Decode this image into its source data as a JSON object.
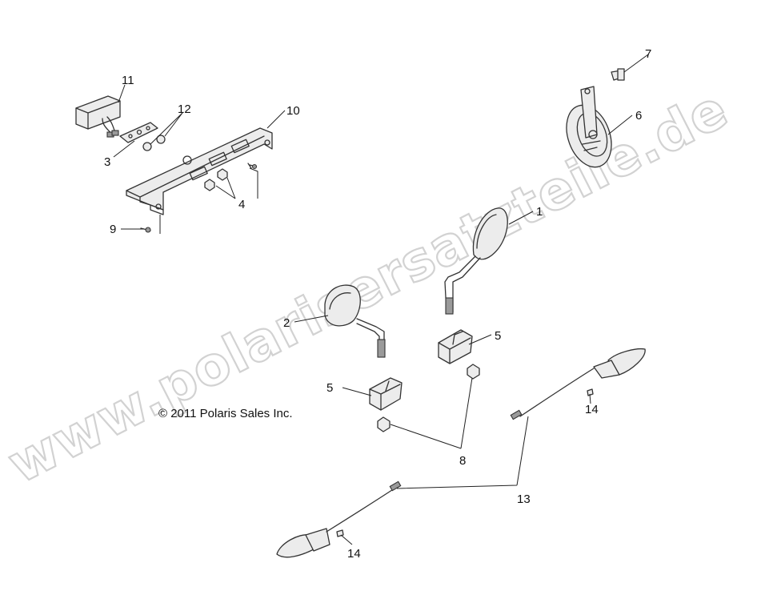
{
  "watermark": "www.polarisersatzteile.de",
  "copyright": "© 2011 Polaris Sales Inc.",
  "callouts": {
    "c1": "1",
    "c2": "2",
    "c3": "3",
    "c4": "4",
    "c5a": "5",
    "c5b": "5",
    "c6": "6",
    "c7": "7",
    "c8": "8",
    "c9": "9",
    "c10": "10",
    "c11": "11",
    "c12": "12",
    "c13": "13",
    "c14a": "14",
    "c14b": "14"
  }
}
